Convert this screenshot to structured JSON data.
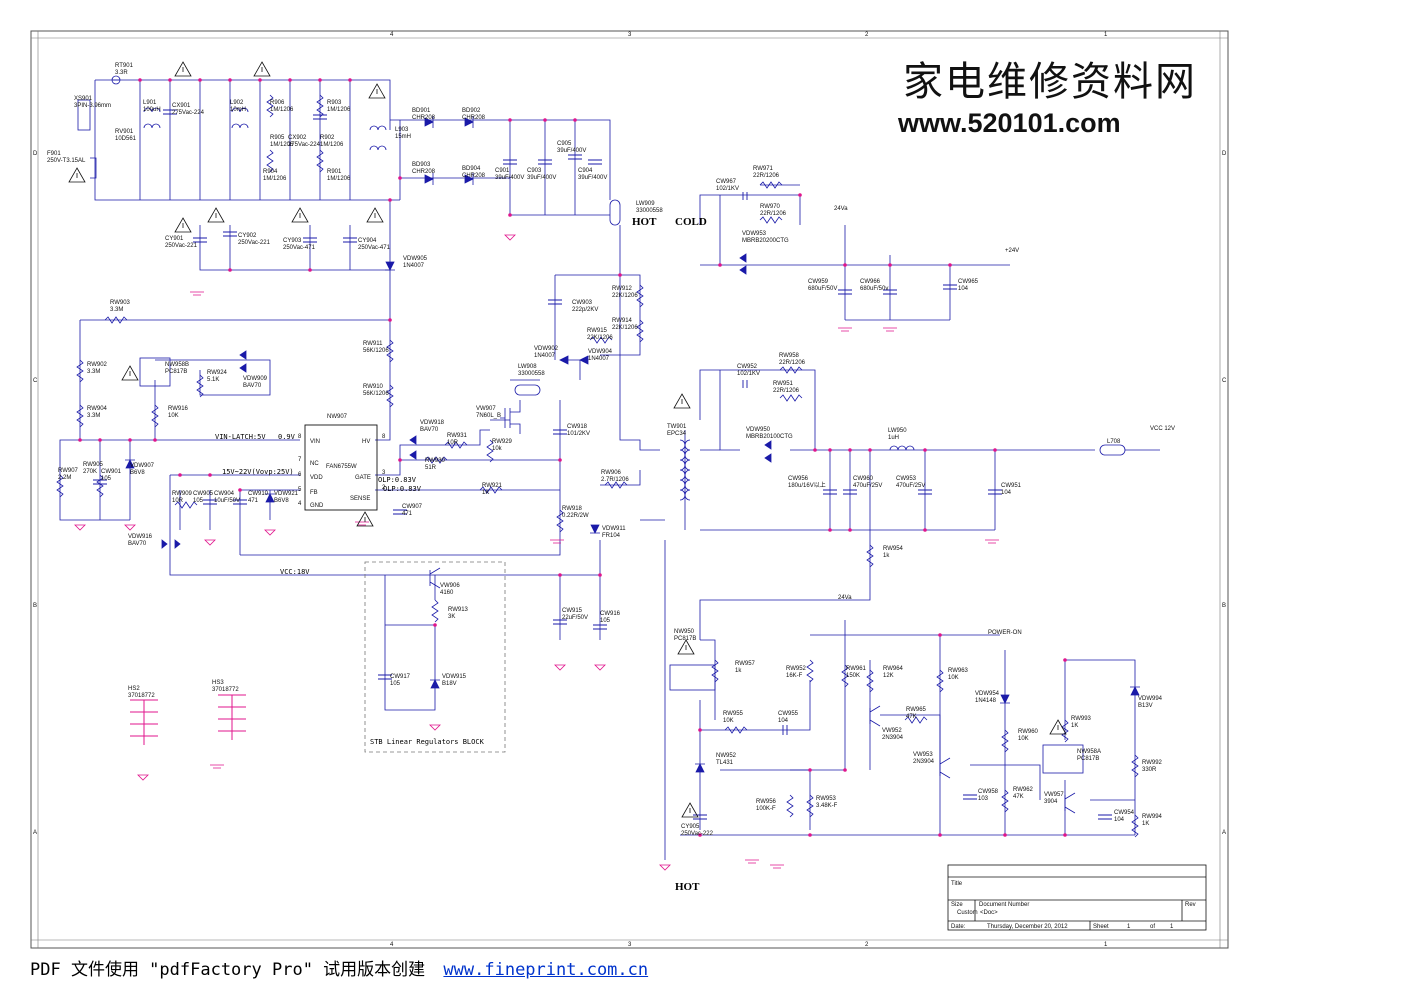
{
  "watermark": {
    "title": "家电维修资料网",
    "url": "www.520101.com"
  },
  "footer": {
    "text": "PDF 文件使用 \"pdfFactory Pro\" 试用版本创建",
    "link": "www.fineprint.com.cn"
  },
  "zone_markers": {
    "top": [
      "4",
      "3",
      "2",
      "1"
    ],
    "bottom": [
      "4",
      "3",
      "2",
      "1"
    ],
    "left": [
      "D",
      "C",
      "B",
      "A"
    ],
    "right": [
      "D",
      "C",
      "B",
      "A"
    ]
  },
  "nets": {
    "vin_latch": "VIN-LATCH:5V",
    "vin_latch_v": "0.9V",
    "vdd": "15V~22V(Vovp:25V)",
    "vcc": "VCC:18V",
    "olp1": "OLP:0.83V",
    "olp2": "OLP:0.83V",
    "plus24": "+24V",
    "vcc12": "VCC 12V",
    "v24a_1": "24Va",
    "v24a_2": "24Va",
    "power_on": "POWER-ON"
  },
  "regions": {
    "hot_top": "HOT",
    "cold": "COLD",
    "hot_bottom": "HOT",
    "stb_block": "STB Linear Regulators BLOCK"
  },
  "ic": {
    "name": "NW907",
    "part": "FAN6755W",
    "pins_left": [
      "VIN",
      "NC",
      "VDD",
      "FB",
      "GND"
    ],
    "pins_left_num": [
      "8",
      "7",
      "6",
      "5",
      "4"
    ],
    "pins_right": [
      "HV",
      "GATE",
      "SENSE"
    ],
    "pins_right_num": [
      "8",
      "3",
      "2"
    ]
  },
  "components": [
    {
      "ref": "XS901",
      "value": "3PIN-3.96mm"
    },
    {
      "ref": "F901",
      "value": "250V-T3.15AL"
    },
    {
      "ref": "RT901",
      "value": "3.3R"
    },
    {
      "ref": "RV901",
      "value": "10D561"
    },
    {
      "ref": "L901",
      "value": "100uH"
    },
    {
      "ref": "CX901",
      "value": "275Vac-224"
    },
    {
      "ref": "L902",
      "value": "10mH"
    },
    {
      "ref": "R906",
      "value": "1M/1206"
    },
    {
      "ref": "R903",
      "value": "1M/1206"
    },
    {
      "ref": "R905",
      "value": "1M/1206"
    },
    {
      "ref": "CX902",
      "value": "275Vac-224"
    },
    {
      "ref": "R902",
      "value": "1M/1206"
    },
    {
      "ref": "R904",
      "value": "1M/1206"
    },
    {
      "ref": "R901",
      "value": "1M/1206"
    },
    {
      "ref": "L903",
      "value": "15mH"
    },
    {
      "ref": "BD901",
      "value": "CHR208"
    },
    {
      "ref": "BD902",
      "value": "CHR208"
    },
    {
      "ref": "BD903",
      "value": "CHR208"
    },
    {
      "ref": "BD904",
      "value": "CHR208"
    },
    {
      "ref": "C901",
      "value": "39uF/400V"
    },
    {
      "ref": "C903",
      "value": "39uF/400V"
    },
    {
      "ref": "C905",
      "value": "39uF/400V"
    },
    {
      "ref": "C904",
      "value": "39uF/400V"
    },
    {
      "ref": "CY901",
      "value": "250Vac-221"
    },
    {
      "ref": "CY902",
      "value": "250Vac-221"
    },
    {
      "ref": "CY903",
      "value": "250Vac-471"
    },
    {
      "ref": "CY904",
      "value": "250Vac-471"
    },
    {
      "ref": "LW909",
      "value": "33000558"
    },
    {
      "ref": "VDW905",
      "value": "1N4007"
    },
    {
      "ref": "RW903",
      "value": "3.3M"
    },
    {
      "ref": "RW911",
      "value": "56K/1206"
    },
    {
      "ref": "RW910",
      "value": "56K/1206"
    },
    {
      "ref": "RW902",
      "value": "3.3M"
    },
    {
      "ref": "RW904",
      "value": "3.3M"
    },
    {
      "ref": "NW958B",
      "value": "PC817B"
    },
    {
      "ref": "RW924",
      "value": "5.1K"
    },
    {
      "ref": "VDW909",
      "value": "BAV70"
    },
    {
      "ref": "RW916",
      "value": "10K"
    },
    {
      "ref": "CW903",
      "value": "222p/2KV"
    },
    {
      "ref": "RW912",
      "value": "22K/1206"
    },
    {
      "ref": "RW915",
      "value": "22K/1206"
    },
    {
      "ref": "RW914",
      "value": "22K/1206"
    },
    {
      "ref": "VDW902",
      "value": "1N4007"
    },
    {
      "ref": "VDW904",
      "value": "1N4007"
    },
    {
      "ref": "LW908",
      "value": "33000558"
    },
    {
      "ref": "VW907",
      "value": "7N60L_B"
    },
    {
      "ref": "VDW918",
      "value": "BAV70"
    },
    {
      "ref": "RW931",
      "value": "10R"
    },
    {
      "ref": "RW930",
      "value": "51R"
    },
    {
      "ref": "RW929",
      "value": "10k"
    },
    {
      "ref": "CW918",
      "value": "101/2KV"
    },
    {
      "ref": "RW907",
      "value": "2.2M"
    },
    {
      "ref": "RW905",
      "value": "270K"
    },
    {
      "ref": "CW901",
      "value": "105"
    },
    {
      "ref": "VDW907",
      "value": "B6V8"
    },
    {
      "ref": "RW909",
      "value": "10R"
    },
    {
      "ref": "CW905",
      "value": "105"
    },
    {
      "ref": "CW904",
      "value": "10uF/50V"
    },
    {
      "ref": "CW910",
      "value": "471"
    },
    {
      "ref": "VDW921",
      "value": "B6V8"
    },
    {
      "ref": "RW921",
      "value": "1K"
    },
    {
      "ref": "CW907",
      "value": "471"
    },
    {
      "ref": "RW906",
      "value": "2.7R/1206"
    },
    {
      "ref": "RW918",
      "value": "0.22R/2W"
    },
    {
      "ref": "VDW911",
      "value": "FR104"
    },
    {
      "ref": "VDW916",
      "value": "BAV70"
    },
    {
      "ref": "VW906",
      "value": "4160"
    },
    {
      "ref": "RW913",
      "value": "3K"
    },
    {
      "ref": "CW917",
      "value": "105"
    },
    {
      "ref": "VDW915",
      "value": "B18V"
    },
    {
      "ref": "CW915",
      "value": "22uF/50V"
    },
    {
      "ref": "CW916",
      "value": "105"
    },
    {
      "ref": "HS2",
      "value": "37018772"
    },
    {
      "ref": "HS3",
      "value": "37018772"
    },
    {
      "ref": "TW901",
      "value": "EPC34"
    },
    {
      "ref": "CW967",
      "value": "102/1KV"
    },
    {
      "ref": "RW971",
      "value": "22R/1206"
    },
    {
      "ref": "RW970",
      "value": "22R/1206"
    },
    {
      "ref": "VDW953",
      "value": "MBRB20200CTG"
    },
    {
      "ref": "CW959",
      "value": "680uF/50V"
    },
    {
      "ref": "CW966",
      "value": "680uF/50v"
    },
    {
      "ref": "CW965",
      "value": "104"
    },
    {
      "ref": "CW952",
      "value": "102/1KV"
    },
    {
      "ref": "RW958",
      "value": "22R/1206"
    },
    {
      "ref": "RW951",
      "value": "22R/1206"
    },
    {
      "ref": "VDW950",
      "value": "MBRB20100CTG"
    },
    {
      "ref": "LW950",
      "value": "1uH"
    },
    {
      "ref": "L708",
      "value": ""
    },
    {
      "ref": "CW956",
      "value": "180u/16V以上"
    },
    {
      "ref": "CW960",
      "value": "470uF/25V"
    },
    {
      "ref": "CW953",
      "value": "470uF/25V"
    },
    {
      "ref": "CW951",
      "value": "104"
    },
    {
      "ref": "RW954",
      "value": "1k"
    },
    {
      "ref": "NW950",
      "value": "PC817B"
    },
    {
      "ref": "RW957",
      "value": "1k"
    },
    {
      "ref": "RW955",
      "value": "10K"
    },
    {
      "ref": "CW955",
      "value": "104"
    },
    {
      "ref": "NW952",
      "value": "TL431"
    },
    {
      "ref": "CY905",
      "value": "250Vac-222"
    },
    {
      "ref": "RW956",
      "value": "100K-F"
    },
    {
      "ref": "RW953",
      "value": "3.48K-F"
    },
    {
      "ref": "RW952",
      "value": "16K-F"
    },
    {
      "ref": "RW961",
      "value": "150K"
    },
    {
      "ref": "RW964",
      "value": "12K"
    },
    {
      "ref": "VW952",
      "value": "2N3904"
    },
    {
      "ref": "RW965",
      "value": "47K"
    },
    {
      "ref": "RW963",
      "value": "10K"
    },
    {
      "ref": "VW953",
      "value": "2N3904"
    },
    {
      "ref": "CW958",
      "value": "103"
    },
    {
      "ref": "VDW954",
      "value": "1N4148"
    },
    {
      "ref": "RW960",
      "value": "10K"
    },
    {
      "ref": "RW962",
      "value": "47K"
    },
    {
      "ref": "RW993",
      "value": "1K"
    },
    {
      "ref": "NW958A",
      "value": "PC817B"
    },
    {
      "ref": "VW957",
      "value": "3904"
    },
    {
      "ref": "VDW994",
      "value": "B13V"
    },
    {
      "ref": "RW992",
      "value": "330R"
    },
    {
      "ref": "CW954",
      "value": "104"
    },
    {
      "ref": "RW994",
      "value": "1K"
    }
  ],
  "title_block": {
    "title_label": "Title",
    "size_label": "Size",
    "doc_label": "Document Number",
    "rev_label": "Rev",
    "size_value": "Custom",
    "doc_value": "<Doc>",
    "date_label": "Date:",
    "date_value": "Thursday, December 20, 2012",
    "sheet_label": "Sheet",
    "sheet_value": "1",
    "of_label": "of",
    "of_value": "1"
  },
  "colors": {
    "wire": "#1a1aa8",
    "junction": "#e0158c",
    "frame": "#555555",
    "accent_red": "#d2143a"
  }
}
